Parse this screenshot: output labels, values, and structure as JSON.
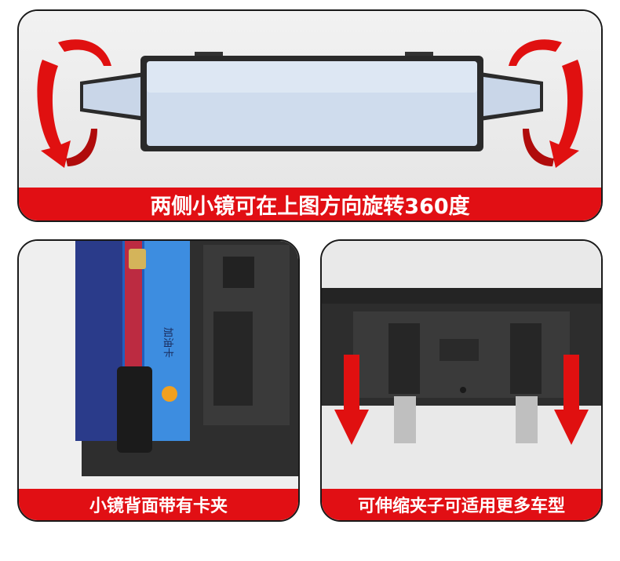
{
  "colors": {
    "caption_red": "#e10f14",
    "arrow_red": "#e01010",
    "panel_border": "#1a1a1a"
  },
  "panels": [
    {
      "caption": "两侧小镜可在上图方向旋转360度"
    },
    {
      "caption": "小镜背面带有卡夹",
      "card_text": "加油卡"
    },
    {
      "caption": "可伸缩夹子可适用更多车型"
    }
  ]
}
